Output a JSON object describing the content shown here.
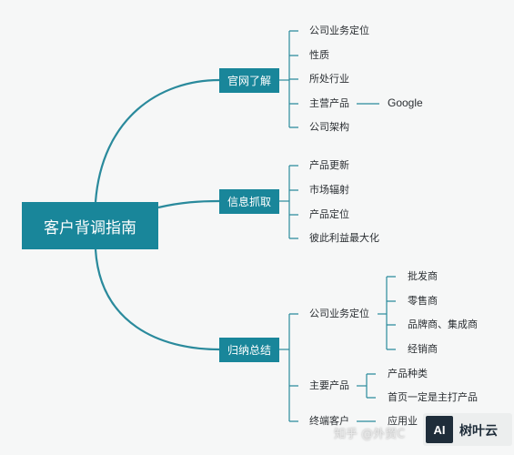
{
  "mindmap": {
    "root": "客户背调指南",
    "branches": [
      {
        "title": "官网了解",
        "items": [
          "公司业务定位",
          "性质",
          "所处行业",
          "主营产品",
          "公司架构"
        ],
        "sub": {
          "main_products": "Google"
        }
      },
      {
        "title": "信息抓取",
        "items": [
          "产品更新",
          "市场辐射",
          "产品定位",
          "彼此利益最大化"
        ]
      },
      {
        "title": "归纳总结",
        "items": [
          "公司业务定位",
          "主要产品",
          "终端客户"
        ],
        "business_types": [
          "批发商",
          "零售商",
          "品牌商、集成商",
          "经销商"
        ],
        "product_notes": [
          "产品种类",
          "首页一定是主打产品"
        ],
        "client_note": "应用业"
      }
    ],
    "colors": {
      "node_fill": "#19869a",
      "line": "#2a8a9c",
      "background": "#f6f7f7"
    }
  },
  "watermark": {
    "text": "知乎 @外贸C",
    "logo_badge": "AI",
    "logo_name": "树叶云"
  }
}
